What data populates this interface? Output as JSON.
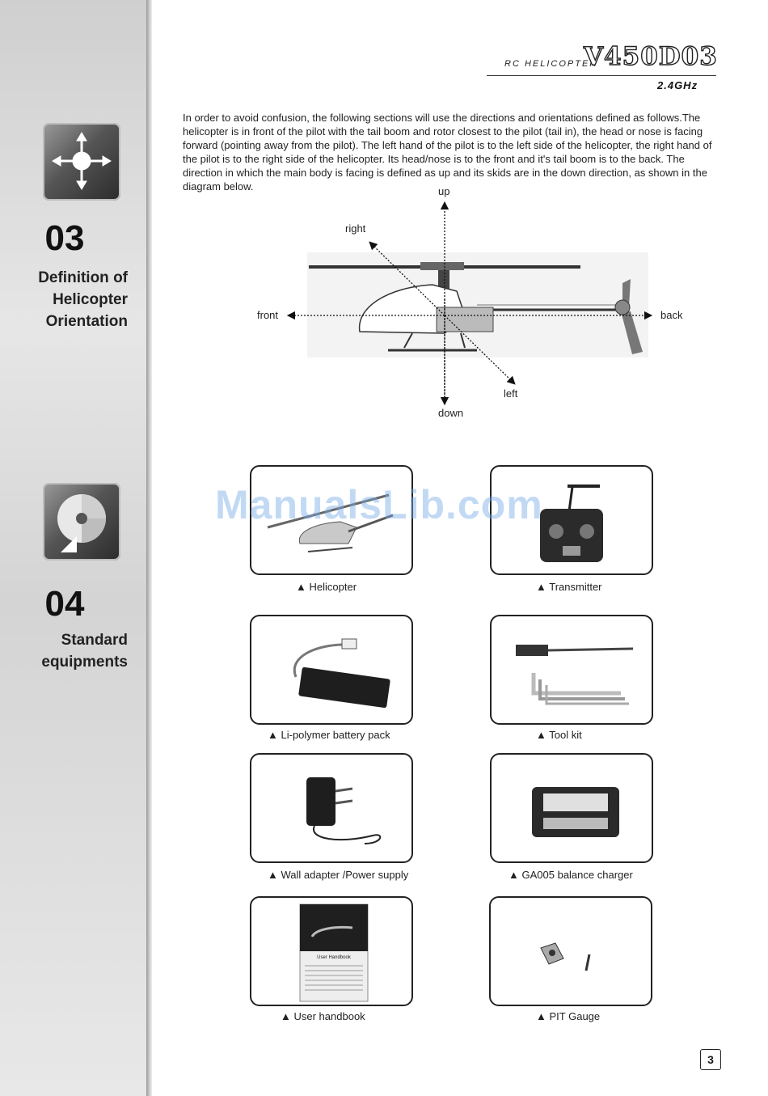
{
  "header": {
    "subtitle": "RC HELICOPTER",
    "model": "V450D03",
    "band": "2.4GHz"
  },
  "sections": [
    {
      "number": "03",
      "title": "Definition of\nHelicopter\nOrientation",
      "icon": "direction-arrows-icon"
    },
    {
      "number": "04",
      "title": "Standard\nequipments",
      "icon": "disc-icon"
    }
  ],
  "intro_text": "In order to avoid confusion, the following sections will use the directions and orientations defined as follows.The helicopter is in front of the pilot with the tail boom and rotor closest to the pilot (tail in), the head or nose is facing forward (pointing away from the pilot). The left hand of the pilot is to the left side of the helicopter, the right hand of the pilot is to the right side of the helicopter. Its head/nose is to the front and it's tail boom is to the back. The direction in which the main body is facing is defined as up and its skids are in the down direction, as shown in the diagram below.",
  "directions": {
    "up": "up",
    "down": "down",
    "right": "right",
    "left": "left",
    "front": "front",
    "back": "back"
  },
  "equipment": [
    {
      "caption": "Helicopter",
      "icon": "helicopter-photo"
    },
    {
      "caption": "Transmitter",
      "icon": "transmitter-photo"
    },
    {
      "caption": "Li-polymer battery pack",
      "icon": "battery-photo"
    },
    {
      "caption": "Tool kit",
      "icon": "tool-kit-photo"
    },
    {
      "caption": "Wall adapter /Power supply",
      "icon": "power-adapter-photo"
    },
    {
      "caption": "GA005 balance charger",
      "icon": "charger-photo"
    },
    {
      "caption": "User handbook",
      "icon": "handbook-photo"
    },
    {
      "caption": "PIT  Gauge",
      "icon": "pitch-gauge-photo"
    }
  ],
  "caption_marker": "▲",
  "watermark": "ManualsLib.com",
  "page_number": "3",
  "handbook_cover_text": "User Handbook"
}
